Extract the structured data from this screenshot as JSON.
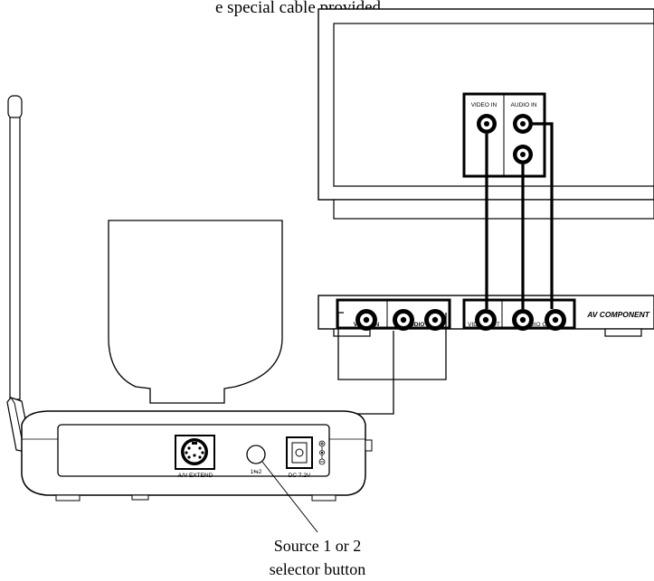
{
  "header_text": "e special cable provided.",
  "tv": {
    "video_in_label": "VIDEO IN",
    "audio_in_label": "AUDIO IN"
  },
  "av_component": {
    "name_label": "AV COMPONENT",
    "video_in_label": "VIDEO IN",
    "audio_in_label": "AUDIO IN",
    "video_out_label": "VIDEO OUT",
    "audio_out_label": "AUDIO OUT"
  },
  "transmitter": {
    "av_extend_label": "A/V EXTEND",
    "selector_label": "1⇆2",
    "dc_label": "DC 7.2V"
  },
  "callout": {
    "line1": "Source 1 or 2",
    "line2": "selector button"
  }
}
